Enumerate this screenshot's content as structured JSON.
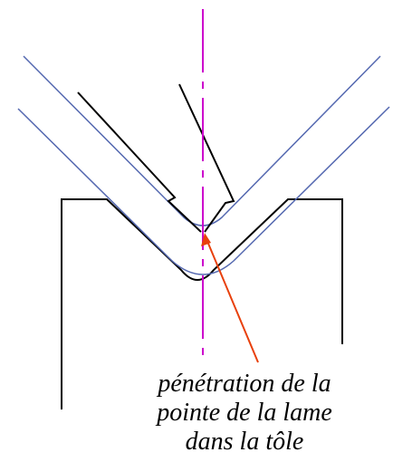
{
  "caption": {
    "line1": "pénétration de la",
    "line2": "pointe de la lame",
    "line3": "dans la tôle"
  },
  "colors": {
    "sheet_outline": "#5468b0",
    "die_and_blade": "#000000",
    "axis": "#cc00cc",
    "arrow": "#e8400c",
    "background": "#ffffff"
  }
}
